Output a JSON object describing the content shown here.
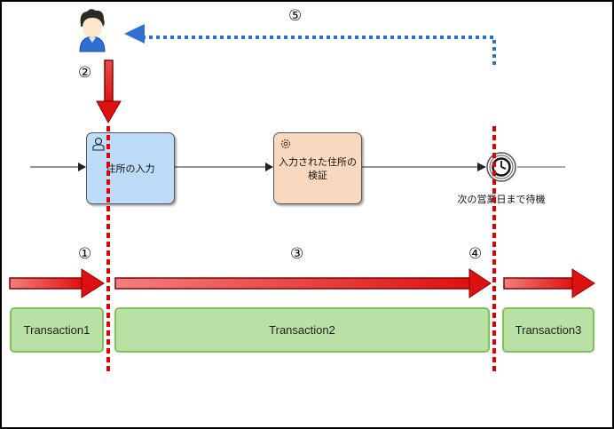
{
  "diagram": {
    "type": "bpmn-transaction-boundaries",
    "actor": {
      "icon": "user-avatar-icon",
      "label": "②"
    },
    "tasks": [
      {
        "id": "task-address-input",
        "label": "住所の入力",
        "kind": "user-task",
        "icon": "user-icon",
        "fill": "#bddcf7"
      },
      {
        "id": "task-verify-address",
        "label": "入力された住所の検証",
        "kind": "service-task",
        "icon": "gear-icon",
        "fill": "#f8d9bf"
      }
    ],
    "timer_event": {
      "icon": "clock-icon",
      "label": "次の営業日まで待機"
    },
    "markers": {
      "m1": "①",
      "m2": "②",
      "m3": "③",
      "m4": "④",
      "m5": "⑤"
    },
    "transactions": [
      {
        "label": "Transaction1"
      },
      {
        "label": "Transaction2"
      },
      {
        "label": "Transaction3"
      }
    ],
    "colors": {
      "arrow_red": "#dd1111",
      "boundary_red": "#e00000",
      "return_blue": "#2f6fd0",
      "txn_fill": "#b9e0a5",
      "txn_border": "#82c15a"
    }
  }
}
